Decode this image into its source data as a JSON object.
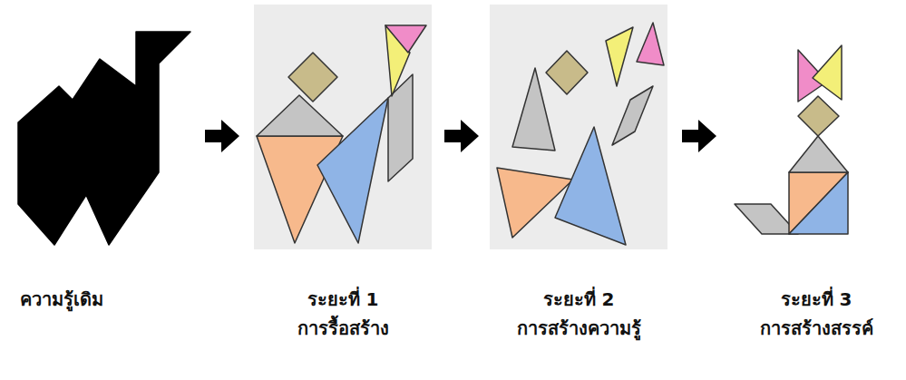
{
  "diagram": {
    "labels": [
      "ความรู้เดิม",
      "ระยะที่ 1",
      "การรื้อสร้าง",
      "ระยะที่ 2",
      "การสร้างความรู้",
      "ระยะที่ 3",
      "การสร้างสรรค์"
    ]
  }
}
